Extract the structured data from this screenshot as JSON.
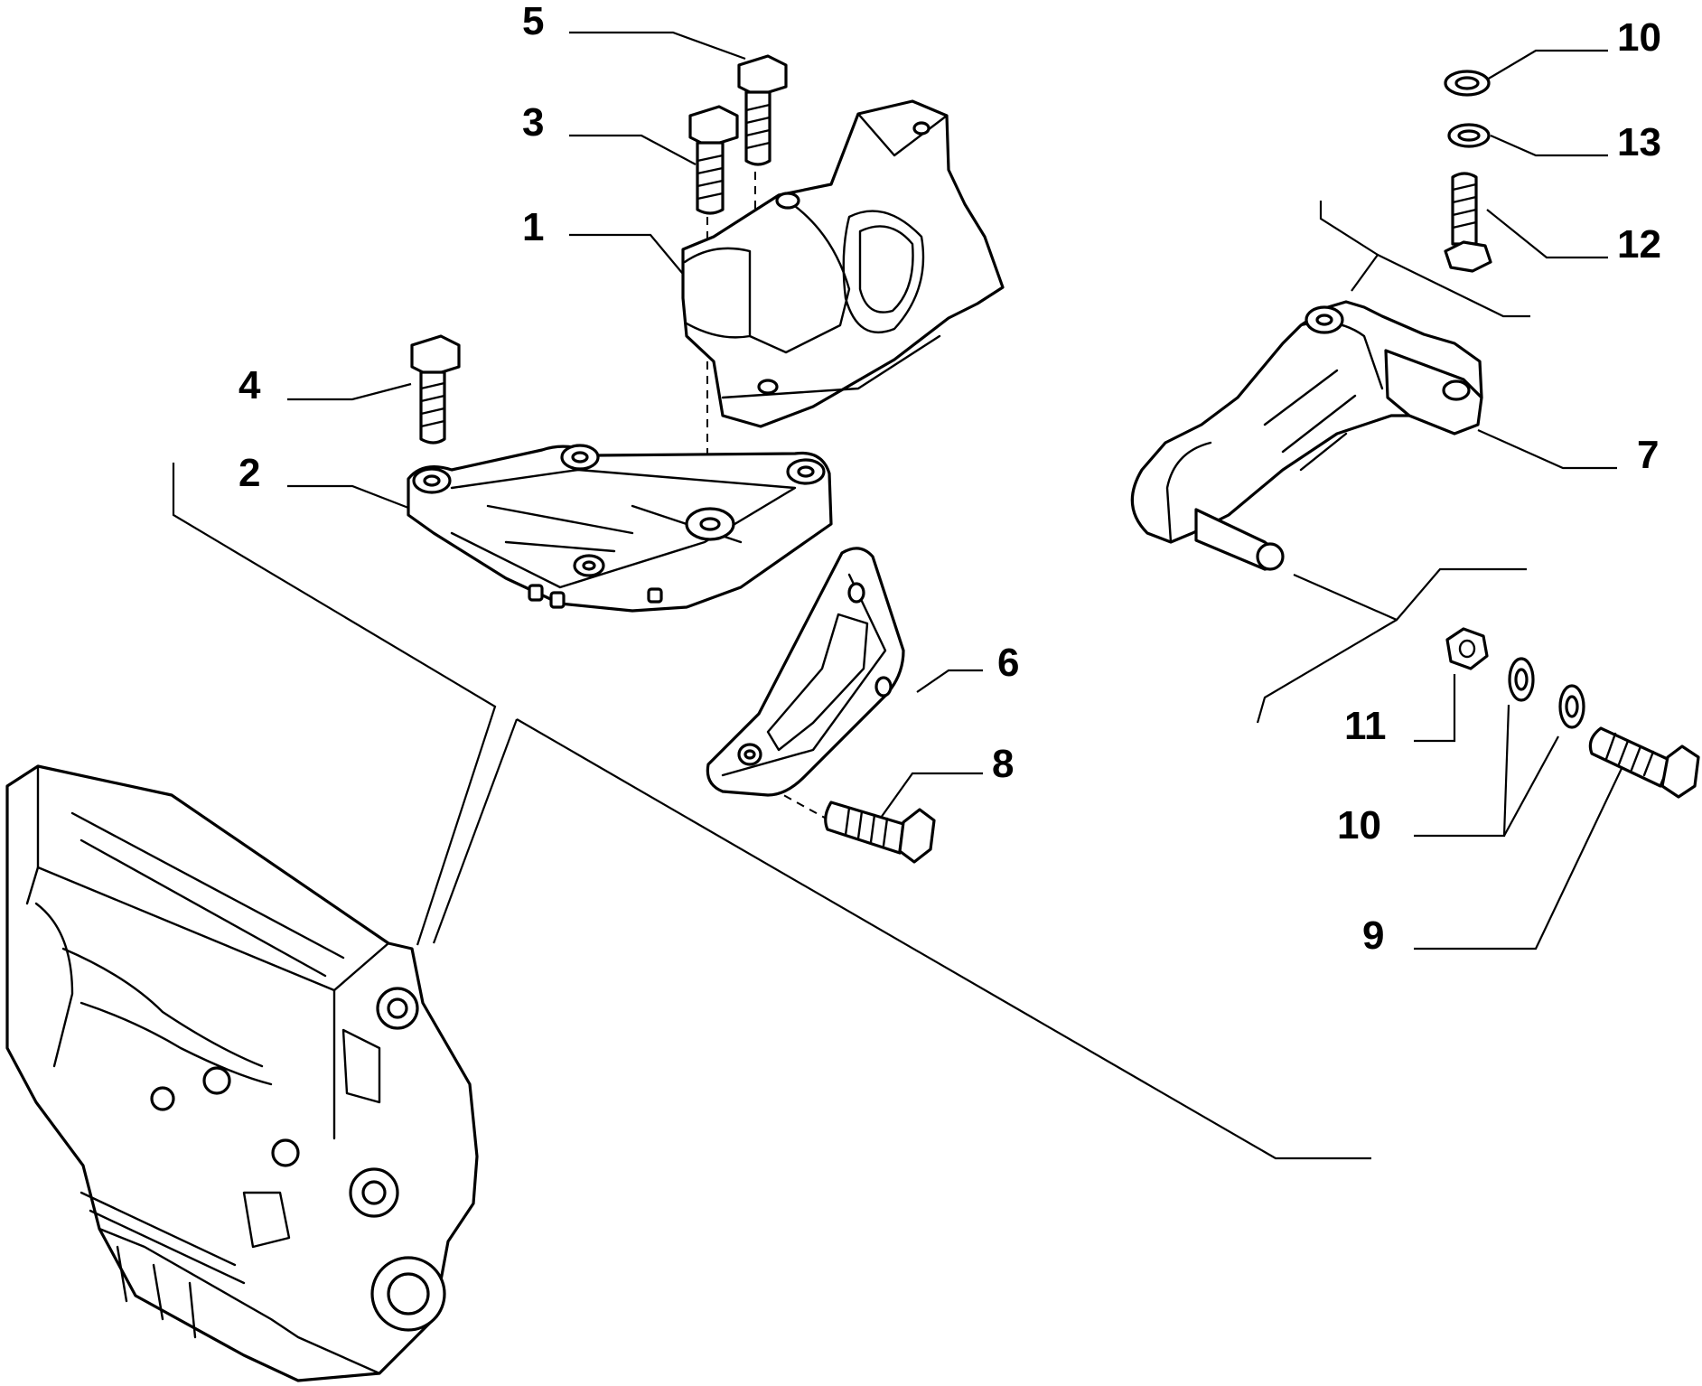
{
  "diagram": {
    "callouts": [
      {
        "id": "c5",
        "text": "5"
      },
      {
        "id": "c3",
        "text": "3"
      },
      {
        "id": "c1",
        "text": "1"
      },
      {
        "id": "c4",
        "text": "4"
      },
      {
        "id": "c2",
        "text": "2"
      },
      {
        "id": "c6",
        "text": "6"
      },
      {
        "id": "c8",
        "text": "8"
      },
      {
        "id": "c10a",
        "text": "10"
      },
      {
        "id": "c13",
        "text": "13"
      },
      {
        "id": "c12",
        "text": "12"
      },
      {
        "id": "c7",
        "text": "7"
      },
      {
        "id": "c11",
        "text": "11"
      },
      {
        "id": "c10b",
        "text": "10"
      },
      {
        "id": "c9",
        "text": "9"
      }
    ]
  }
}
